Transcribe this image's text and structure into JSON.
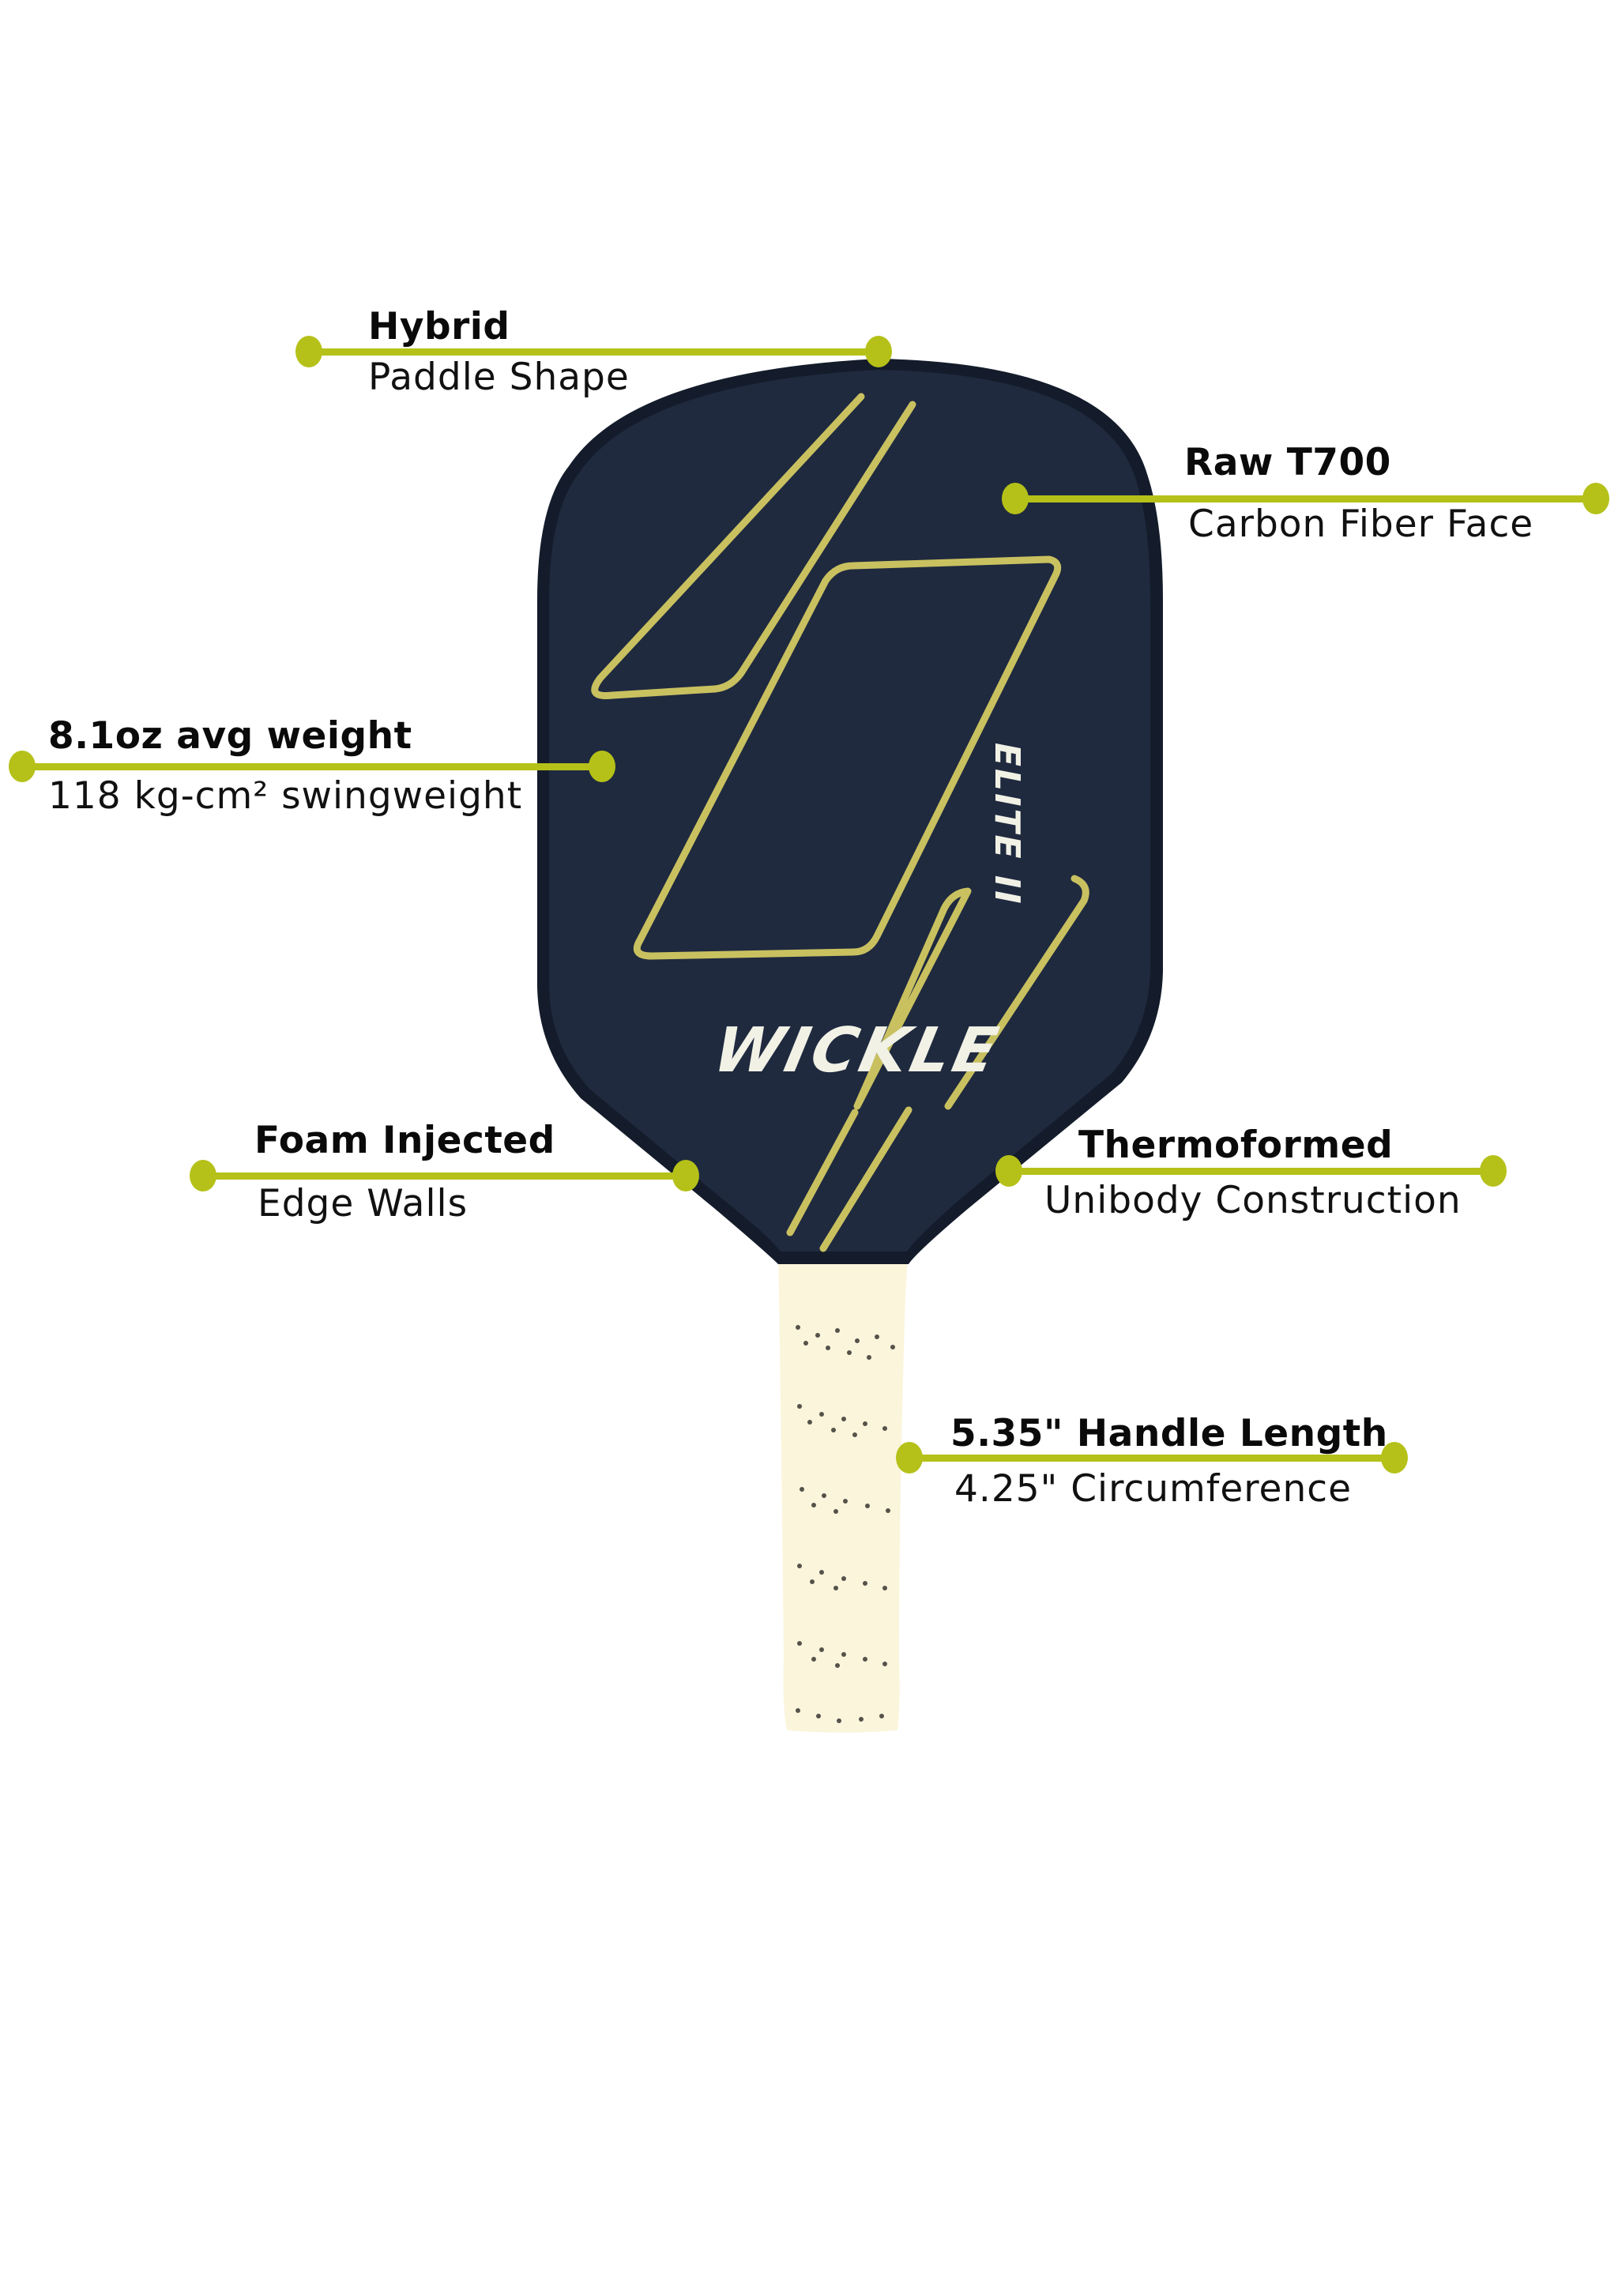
{
  "product": {
    "brand": "WICKLE",
    "model": "ELITE II"
  },
  "colors": {
    "accent": "#b5c118",
    "paddle_face": "#1f2a3f",
    "paddle_edge": "#141c2b",
    "graphic_stroke": "#c9c160",
    "grip": "#fbf5dc",
    "text": "#0a0a0a",
    "background": "#ffffff"
  },
  "callouts": [
    {
      "id": "shape",
      "title": "Hybrid",
      "subtitle": "Paddle Shape"
    },
    {
      "id": "face",
      "title": "Raw T700",
      "subtitle": "Carbon Fiber Face"
    },
    {
      "id": "weight",
      "title": "8.1oz avg weight",
      "subtitle": "118 kg-cm² swingweight"
    },
    {
      "id": "edge",
      "title": "Foam Injected",
      "subtitle": "Edge Walls"
    },
    {
      "id": "construction",
      "title": "Thermoformed",
      "subtitle": "Unibody Construction"
    },
    {
      "id": "handle",
      "title": "5.35\" Handle Length",
      "subtitle": "4.25\" Circumference"
    }
  ]
}
